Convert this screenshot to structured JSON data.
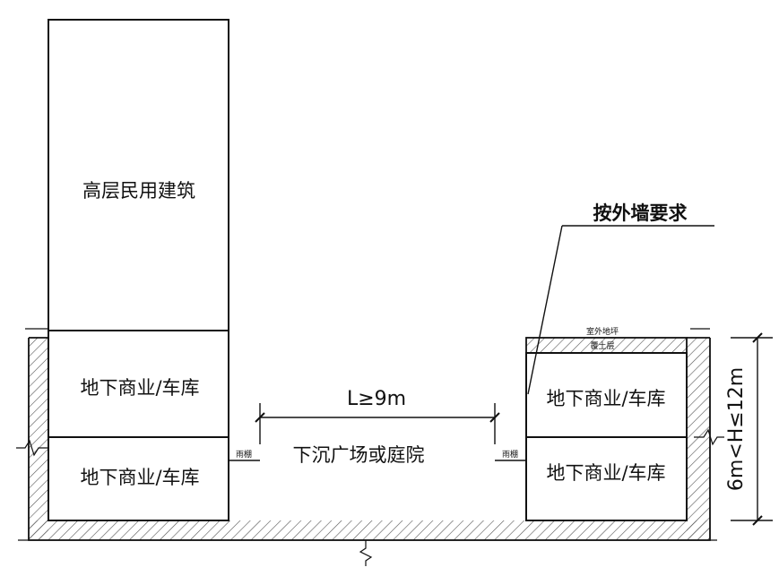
{
  "labels": {
    "highrise": "高层民用建筑",
    "left_upper": "地下商业/车库",
    "left_lower": "地下商业/车库",
    "right_upper": "地下商业/车库",
    "right_lower": "地下商业/车库",
    "plaza": "下沉广场或庭院",
    "spacing": "L≥9m",
    "height": "6m<H≤12m",
    "callout": "按外墙要求",
    "canopy_left": "雨棚",
    "canopy_right": "雨棚",
    "outdoor_ground": "室外地坪",
    "cover_soil": "覆土层"
  },
  "colors": {
    "line": "#111111",
    "hatch": "#555555",
    "background": "#ffffff"
  }
}
